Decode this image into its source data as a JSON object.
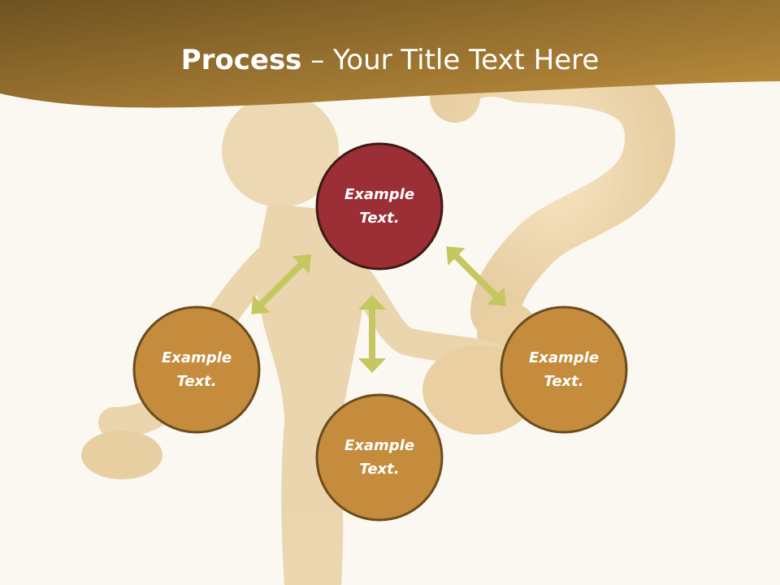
{
  "slide": {
    "title_bold": "Process",
    "title_rest": " – Your Title Text Here"
  },
  "nodes": [
    {
      "line1": "Example",
      "line2": "Text.",
      "color": "#9b2f35"
    },
    {
      "line1": "Example",
      "line2": "Text.",
      "color": "#c48c3c"
    },
    {
      "line1": "Example",
      "line2": "Text.",
      "color": "#c48c3c"
    },
    {
      "line1": "Example",
      "line2": "Text.",
      "color": "#c48c3c"
    }
  ],
  "colors": {
    "header_dark": "#6e5220",
    "header_light": "#c0903e",
    "arrow": "#c5c760",
    "circle_border": "#6b4c1c",
    "figure": "#e8cfa2"
  }
}
